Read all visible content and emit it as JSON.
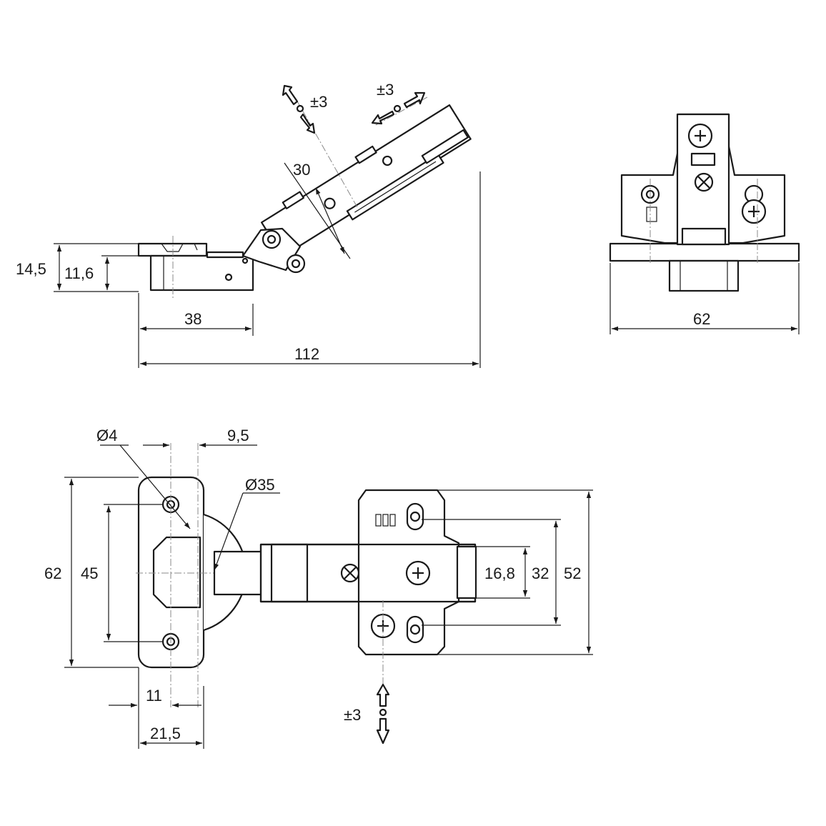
{
  "side_view": {
    "dim_height_total": "14,5",
    "dim_height_cup": "11,6",
    "dim_cup_length": "38",
    "dim_overall_length": "112",
    "dim_arm_offset": "30",
    "adjust_1": "±3",
    "adjust_2": "±3"
  },
  "front_view": {
    "dim_plate_width": "62"
  },
  "top_view": {
    "dim_hole_dia": "Ø4",
    "dim_cup_dia": "Ø35",
    "dim_edge_offset": "9,5",
    "dim_height_overall": "62",
    "dim_hole_spacing": "45",
    "dim_hole_from_edge": "11",
    "dim_cup_center": "21,5",
    "dim_arm_width": "16,8",
    "dim_plate_hole_spacing": "32",
    "dim_plate_height": "52",
    "adjust_3": "±3"
  },
  "colors": {
    "line": "#1a1a1a",
    "center_line": "#8a8a8a"
  }
}
